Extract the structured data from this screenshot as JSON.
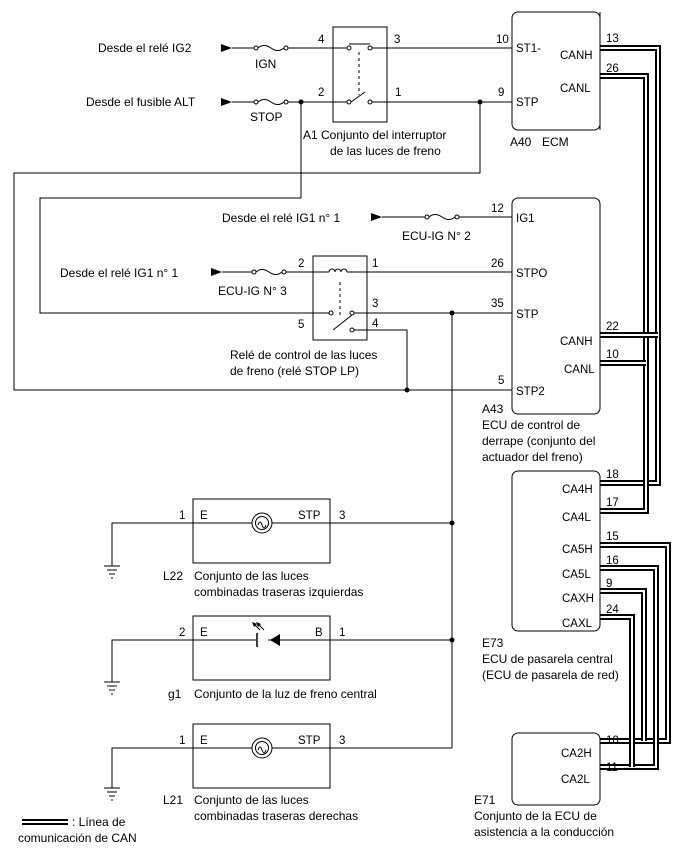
{
  "labels": {
    "from_ig2": "Desde el relé IG2",
    "from_alt": "Desde el fusible ALT",
    "from_ig1_a": "Desde el relé IG1 n° 1",
    "from_ig1_b": "Desde el relé IG1 n° 1"
  },
  "fuses": {
    "ign": "IGN",
    "stop": "STOP",
    "ecuig2": "ECU-IG N° 2",
    "ecuig3": "ECU-IG N° 3"
  },
  "a1": {
    "line1": "A1 Conjunto del interruptor",
    "line2": "de las luces de freno",
    "pin4": "4",
    "pin3": "3",
    "pin2": "2",
    "pin1": "1"
  },
  "a40": {
    "code": "A40",
    "name": "ECM",
    "pins": {
      "st1_no": "10",
      "st1": "ST1-",
      "stp_no": "9",
      "stp": "STP",
      "canh_no": "13",
      "canh": "CANH",
      "canl_no": "26",
      "canl": "CANL"
    }
  },
  "relay": {
    "line1": "Relé de control de las luces",
    "line2": "de freno (relé STOP LP)",
    "pin2": "2",
    "pin1": "1",
    "pin3": "3",
    "pin5": "5",
    "pin4": "4"
  },
  "a43": {
    "code": "A43",
    "line1": "ECU de control de",
    "line2": "derrape (conjunto del",
    "line3": "actuador del freno)",
    "pins": {
      "ig1_no": "12",
      "ig1": "IG1",
      "stpo_no": "26",
      "stpo": "STPO",
      "stp_no": "35",
      "stp": "STP",
      "canh_no": "22",
      "canh": "CANH",
      "canl_no": "10",
      "canl": "CANL",
      "stp2_no": "5",
      "stp2": "STP2"
    }
  },
  "e73": {
    "code": "E73",
    "line1": "ECU de pasarela central",
    "line2": "(ECU de pasarela de red)",
    "pins": {
      "ca4h_no": "18",
      "ca4h": "CA4H",
      "ca4l_no": "17",
      "ca4l": "CA4L",
      "ca5h_no": "15",
      "ca5h": "CA5H",
      "ca5l_no": "16",
      "ca5l": "CA5L",
      "caxh_no": "9",
      "caxh": "CAXH",
      "caxl_no": "24",
      "caxl": "CAXL"
    }
  },
  "e71": {
    "code": "E71",
    "line1": "Conjunto de la ECU de",
    "line2": "asistencia a la conducción",
    "pins": {
      "ca2h_no": "10",
      "ca2h": "CA2H",
      "ca2l_no": "11",
      "ca2l": "CA2L"
    }
  },
  "l22": {
    "code": "L22",
    "line1": "Conjunto de las luces",
    "line2": "combinadas traseras izquierdas",
    "pin_e_no": "1",
    "pin_e": "E",
    "pin_stp": "STP",
    "pin_stp_no": "3"
  },
  "g1": {
    "code": "g1",
    "name": "Conjunto de la luz de freno central",
    "pin_e_no": "2",
    "pin_e": "E",
    "pin_b": "B",
    "pin_b_no": "1"
  },
  "l21": {
    "code": "L21",
    "line1": "Conjunto de las luces",
    "line2": "combinadas traseras derechas",
    "pin_e_no": "1",
    "pin_e": "E",
    "pin_stp": "STP",
    "pin_stp_no": "3"
  },
  "legend": {
    "line1": ": Línea de",
    "line2": "comunicación de CAN"
  }
}
